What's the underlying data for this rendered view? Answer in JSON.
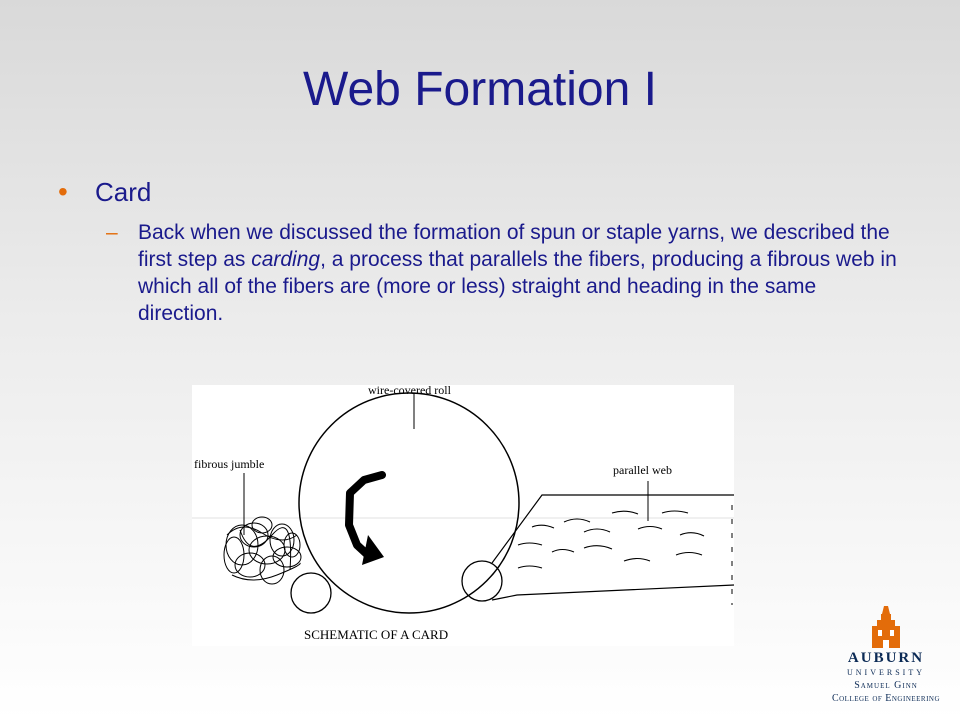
{
  "slide": {
    "title": "Web Formation I",
    "bullet": "Card",
    "sub_before": "Back when we discussed the formation of spun or staple yarns, we described the first step as ",
    "sub_em": "carding",
    "sub_after": ", a process that parallels the fibers, producing a fibrous web in which all of the fibers are (more or less) straight and heading in the same direction."
  },
  "figure": {
    "label_roll": "wire-covered roll",
    "label_jumble": "fibrous jumble",
    "label_web": "parallel web",
    "caption": "SCHEMATIC OF A CARD"
  },
  "logo": {
    "name": "AUBURN",
    "sub": "UNIVERSITY",
    "college_line1": "Samuel Ginn",
    "college_line2": "College of Engineering"
  },
  "colors": {
    "title": "#1a1a8c",
    "bullet_marker": "#e36c0a",
    "logo_navy": "#0b2a55",
    "logo_orange": "#e36c0a"
  }
}
